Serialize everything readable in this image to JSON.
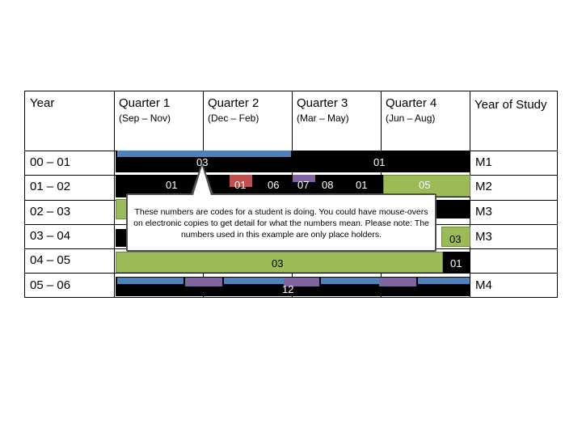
{
  "header": {
    "year": "Year",
    "quarters": [
      {
        "label": "Quarter 1",
        "months": "(Sep – Nov)"
      },
      {
        "label": "Quarter 2",
        "months": "(Dec – Feb)"
      },
      {
        "label": "Quarter 3",
        "months": "(Mar – May)"
      },
      {
        "label": "Quarter 4",
        "months": "(Jun – Aug)"
      }
    ],
    "year_of_study": "Year of Study"
  },
  "rows": [
    {
      "year": "00 – 01",
      "study": "M1"
    },
    {
      "year": "01 – 02",
      "study": "M2"
    },
    {
      "year": "02 – 03",
      "study": "M3"
    },
    {
      "year": "03 – 04",
      "study": "M3"
    },
    {
      "year": "04 – 05",
      "study": ""
    },
    {
      "year": "05 – 06",
      "study": "M4"
    }
  ],
  "codes": {
    "r0_a": "03",
    "r0_b": "01",
    "r1_a": "01",
    "r1_b": "01",
    "r1_c": "06",
    "r1_d": "07",
    "r1_e": "08",
    "r1_f": "01",
    "r1_g": "05",
    "r3_a": "03",
    "r4_a": "03",
    "r4_b": "01",
    "r5_a": "12"
  },
  "callout": "These numbers are codes for a student is doing. You could have mouse-overs on electronic copies to get detail for what the numbers mean. Please note: The numbers used in this example are only place holders.",
  "colors": {
    "blue": "#4f81bd",
    "green": "#9bbb59",
    "purple": "#8064a2",
    "red": "#c0504d",
    "black": "#000000"
  }
}
